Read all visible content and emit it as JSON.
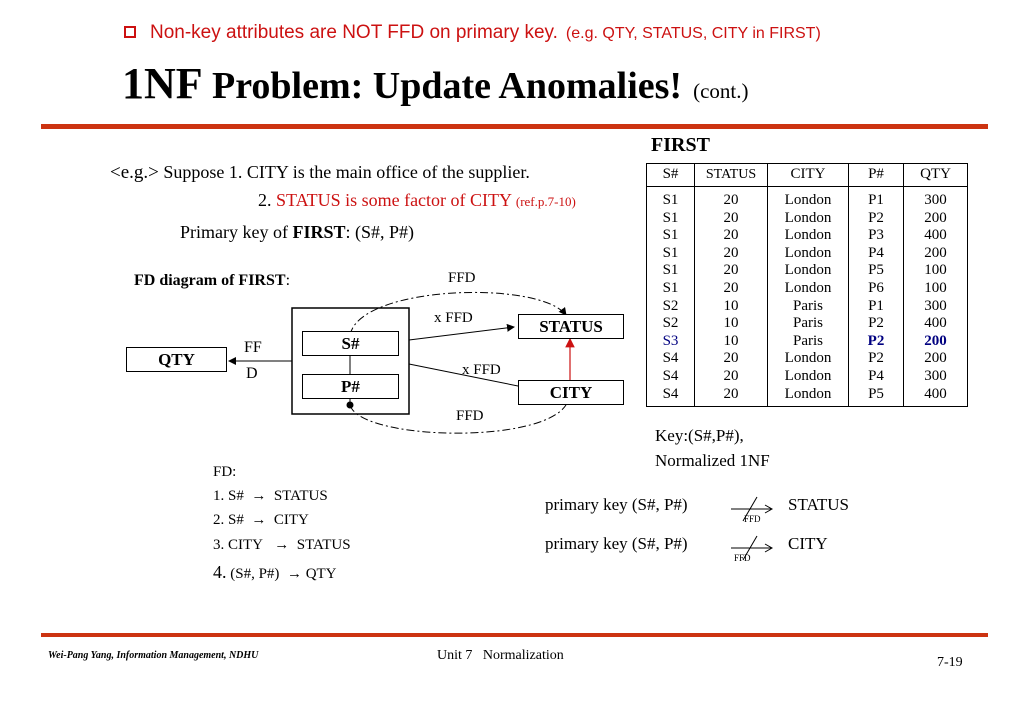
{
  "header": {
    "note": "Non-key attributes are NOT FFD on primary key.",
    "note_example": "(e.g. QTY, STATUS, CITY in FIRST)",
    "title_big": "1NF",
    "title_rest": "Problem: Update Anomalies!",
    "title_cont": "(cont.)"
  },
  "example": {
    "eg_prefix": "<e.g.>",
    "line1": "Suppose 1. CITY is the main office of the supplier.",
    "line2_num": "2.",
    "line2_text": "STATUS is some factor of CITY",
    "line2_ref": "(ref.p.7-10)",
    "line3_prefix": "Primary key of",
    "line3_bold": "FIRST",
    "line3_rest": ": (S#, P#)"
  },
  "fd_diagram": {
    "caption_bold": "FD diagram of FIRST",
    "caption_colon": ":",
    "boxes": {
      "qty": "QTY",
      "s": "S#",
      "p": "P#",
      "status": "STATUS",
      "city": "CITY"
    },
    "labels": {
      "ffd_top": "FFD",
      "xffd_1": "x FFD",
      "xffd_2": "x FFD",
      "ffd_bottom": "FFD",
      "ff": "FF",
      "d": "D"
    }
  },
  "fd_list": {
    "title": "FD:",
    "items": [
      {
        "n": "1. S#",
        "arrow": "→",
        "rhs": "STATUS"
      },
      {
        "n": "2. S#",
        "arrow": "→",
        "rhs": "CITY"
      },
      {
        "n": "3. CITY",
        "arrow": "→",
        "rhs": "STATUS"
      },
      {
        "n": "4.",
        "lhs": "(S#, P#)",
        "arrow": "→",
        "rhs": "QTY"
      }
    ]
  },
  "first_table": {
    "title": "FIRST",
    "headers": [
      "S#",
      "STATUS",
      "CITY",
      "P#",
      "QTY"
    ],
    "rows": [
      [
        "S1",
        "20",
        "London",
        "P1",
        "300"
      ],
      [
        "S1",
        "20",
        "London",
        "P2",
        "200"
      ],
      [
        "S1",
        "20",
        "London",
        "P3",
        "400"
      ],
      [
        "S1",
        "20",
        "London",
        "P4",
        "200"
      ],
      [
        "S1",
        "20",
        "London",
        "P5",
        "100"
      ],
      [
        "S1",
        "20",
        "London",
        "P6",
        "100"
      ],
      [
        "S2",
        "10",
        "Paris",
        "P1",
        "300"
      ],
      [
        "S2",
        "10",
        "Paris",
        "P2",
        "400"
      ],
      [
        "S3",
        "10",
        "Paris",
        "P2",
        "200"
      ],
      [
        "S4",
        "20",
        "London",
        "P2",
        "200"
      ],
      [
        "S4",
        "20",
        "London",
        "P4",
        "300"
      ],
      [
        "S4",
        "20",
        "London",
        "P5",
        "400"
      ]
    ],
    "highlight_row": 8,
    "highlight_color": "#000080",
    "key_line": "Key:(S#,P#),",
    "normalized_line": "Normalized 1NF"
  },
  "not_ffd": [
    {
      "left": "primary key (S#, P#)",
      "label": "FFD",
      "right": "STATUS"
    },
    {
      "left": "primary key (S#, P#)",
      "label": "FFD",
      "right": "CITY"
    }
  ],
  "footer": {
    "left": "Wei-Pang Yang, Information Management, NDHU",
    "center": "Unit 7   Normalization",
    "page": "7-19"
  },
  "colors": {
    "accent_red": "#cc1111",
    "rule": "#cc3311",
    "navy": "#000080"
  }
}
